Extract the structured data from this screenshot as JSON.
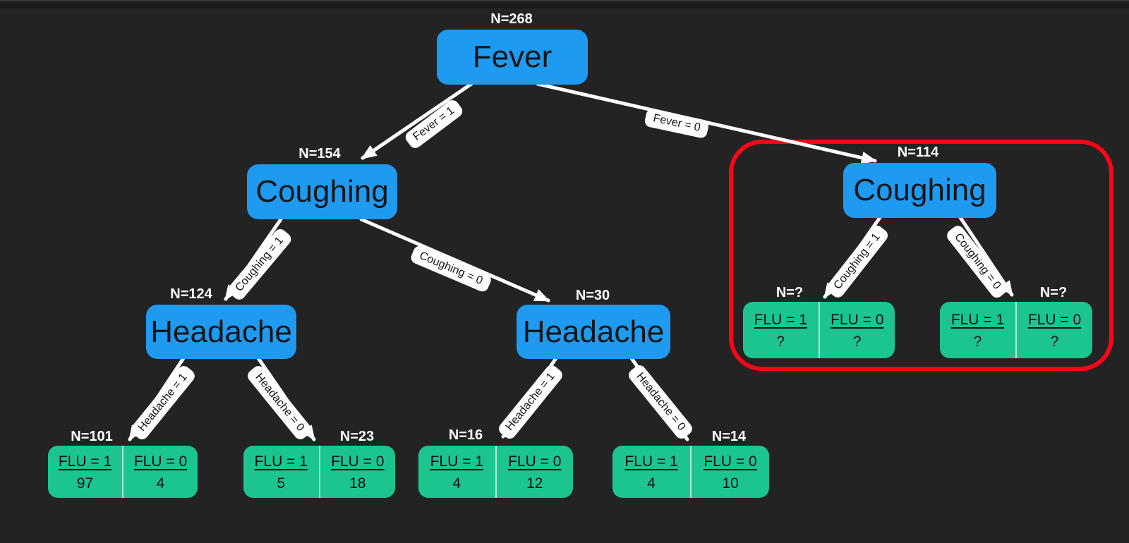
{
  "colors": {
    "background": "#232323",
    "decision_node_blue": "#1e9af0",
    "leaf_node_green": "#1cc490",
    "highlight_red": "#fb0617",
    "edge_white": "#ffffff"
  },
  "tree": {
    "root": {
      "n_label": "N=268",
      "label": "Fever"
    },
    "coughing_left": {
      "n_label": "N=154",
      "label": "Coughing"
    },
    "coughing_right": {
      "n_label": "N=114",
      "label": "Coughing"
    },
    "headache_left": {
      "n_label": "N=124",
      "label": "Headache"
    },
    "headache_right": {
      "n_label": "N=30",
      "label": "Headache"
    },
    "leaves": {
      "leaf1": {
        "n_label": "N=101",
        "flu1_header": "FLU = 1",
        "flu1_value": "97",
        "flu0_header": "FLU = 0",
        "flu0_value": "4"
      },
      "leaf2": {
        "n_label": "N=23",
        "flu1_header": "FLU = 1",
        "flu1_value": "5",
        "flu0_header": "FLU = 0",
        "flu0_value": "18"
      },
      "leaf3": {
        "n_label": "N=16",
        "flu1_header": "FLU = 1",
        "flu1_value": "4",
        "flu0_header": "FLU = 0",
        "flu0_value": "12"
      },
      "leaf4": {
        "n_label": "N=14",
        "flu1_header": "FLU = 1",
        "flu1_value": "4",
        "flu0_header": "FLU = 0",
        "flu0_value": "10"
      },
      "leaf5": {
        "n_label": "N=?",
        "flu1_header": "FLU = 1",
        "flu1_value": "?",
        "flu0_header": "FLU = 0",
        "flu0_value": "?"
      },
      "leaf6": {
        "n_label": "N=?",
        "flu1_header": "FLU = 1",
        "flu1_value": "?",
        "flu0_header": "FLU = 0",
        "flu0_value": "?"
      }
    },
    "edge_labels": {
      "fever_1": "Fever = 1",
      "fever_0": "Fever = 0",
      "coughing_left_1": "Coughing = 1",
      "coughing_left_0": "Coughing = 0",
      "headache_left_1": "Headache = 1",
      "headache_left_0": "Headache = 0",
      "headache_right_1": "Headache = 1",
      "headache_right_0": "Headache = 0",
      "coughing_right_1": "Coughing = 1",
      "coughing_right_0": "Coughing = 0"
    }
  }
}
